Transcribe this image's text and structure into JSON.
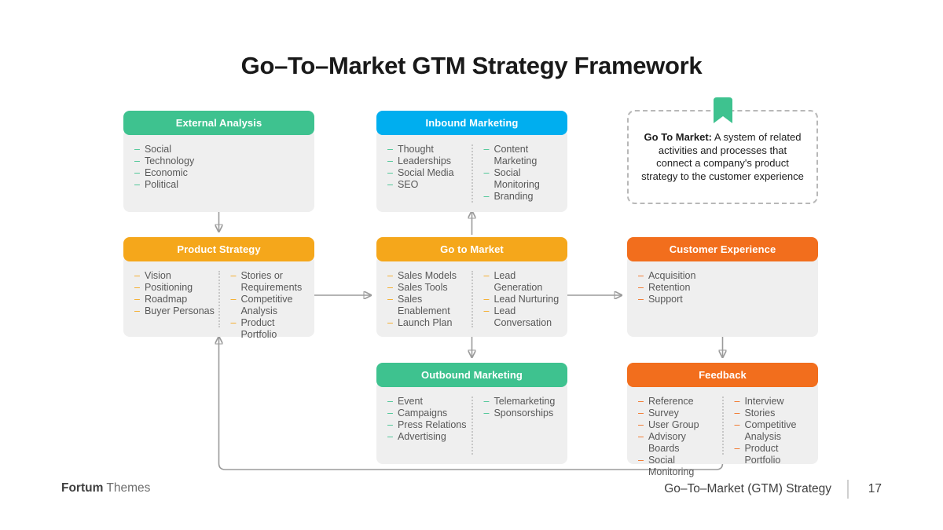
{
  "title": "Go–To–Market GTM Strategy Framework",
  "list_marker": "–",
  "colors": {
    "green": "#3ec28f",
    "blue": "#00aeef",
    "amber": "#f5a71b",
    "orange": "#f26e1d",
    "body_gray": "#efefef",
    "text": "#585858",
    "title": "#191919",
    "arrow": "#9b9b9b",
    "note_border": "#b8b8b8",
    "footer_text": "#3f3f3f",
    "footer_muted": "#6e6e6e"
  },
  "note": {
    "label": "Go To Market:",
    "text": " A system of related activities and processes that connect a company's product strategy to the customer experience",
    "icon": "bookmark-icon"
  },
  "boxes": [
    {
      "title": "External Analysis",
      "color": "#3ec28f",
      "accent": "#3ec28f",
      "columns": [
        [
          "Social",
          "Technology",
          "Economic",
          "Political"
        ]
      ]
    },
    {
      "title": "Inbound Marketing",
      "color": "#00aeef",
      "accent": "#3ec28f",
      "columns": [
        [
          "Thought",
          "Leaderships",
          "Social Media",
          "SEO"
        ],
        [
          "Content Marketing",
          "Social Monitoring",
          "Branding"
        ]
      ]
    },
    {
      "title": "Product Strategy",
      "color": "#f5a71b",
      "accent": "#f5a71b",
      "columns": [
        [
          "Vision",
          "Positioning",
          "Roadmap",
          "Buyer Personas"
        ],
        [
          "Stories or Requirements",
          "Competitive Analysis",
          "Product Portfolio"
        ]
      ]
    },
    {
      "title": "Go to Market",
      "color": "#f5a71b",
      "accent": "#f5a71b",
      "columns": [
        [
          "Sales Models",
          "Sales Tools",
          "Sales Enablement",
          "Launch Plan"
        ],
        [
          "Lead Generation",
          "Lead Nurturing",
          "Lead Conversation"
        ]
      ]
    },
    {
      "title": "Customer Experience",
      "color": "#f26e1d",
      "accent": "#f26e1d",
      "columns": [
        [
          "Acquisition",
          "Retention",
          "Support"
        ]
      ]
    },
    {
      "title": "Outbound Marketing",
      "color": "#3ec28f",
      "accent": "#3ec28f",
      "columns": [
        [
          "Event",
          "Campaigns",
          "Press Relations",
          "Advertising"
        ],
        [
          "Telemarketing",
          "Sponsorships"
        ]
      ]
    },
    {
      "title": "Feedback",
      "color": "#f26e1d",
      "accent": "#f26e1d",
      "columns": [
        [
          "Reference",
          "Survey",
          "User Group",
          "Advisory Boards",
          "Social Monitoring"
        ],
        [
          "Interview",
          "Stories",
          "Competitive Analysis",
          "Product Portfolio"
        ]
      ]
    }
  ],
  "footer": {
    "brand_bold": "Fortum",
    "brand_light": " Themes",
    "section": "Go–To–Market (GTM) Strategy",
    "page": "17"
  }
}
